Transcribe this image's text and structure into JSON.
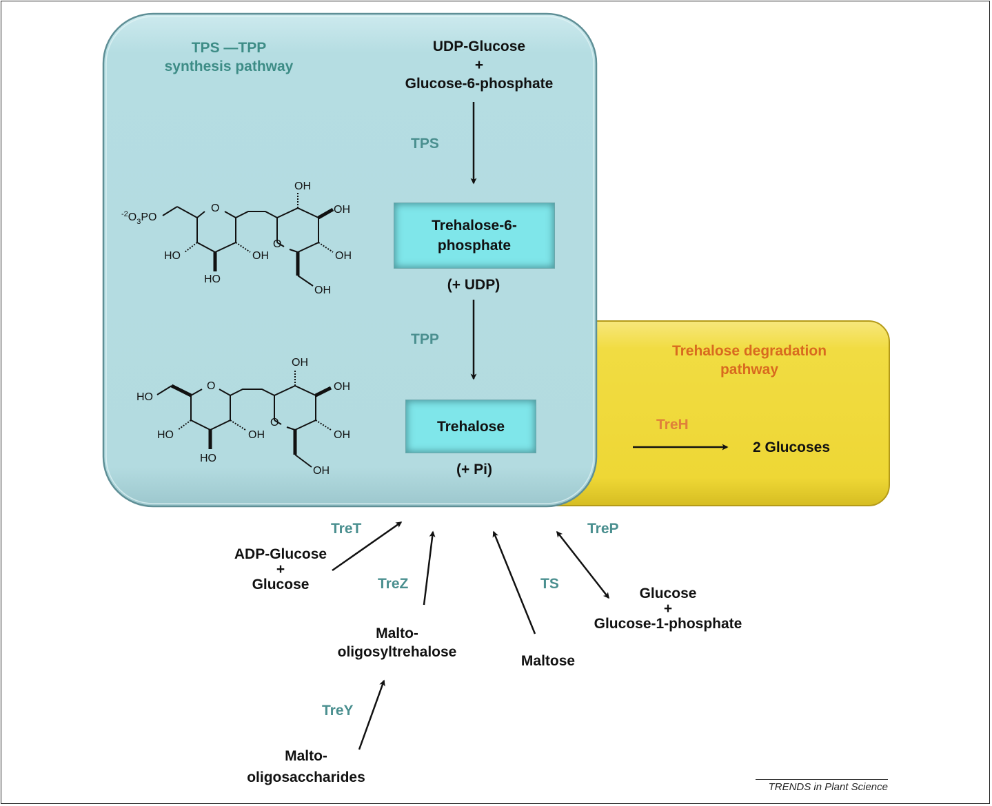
{
  "synthesis_panel": {
    "title_line1": "TPS —TPP",
    "title_line2": "synthesis pathway",
    "substrate_line1": "UDP-Glucose",
    "substrate_plus": "+",
    "substrate_line2": "Glucose-6-phosphate",
    "enzyme_tps": "TPS",
    "intermediate_line1": "Trehalose-6-",
    "intermediate_line2": "phosphate",
    "byproduct_udp": "(+ UDP)",
    "enzyme_tpp": "TPP",
    "product": "Trehalose",
    "byproduct_pi": "(+ Pi)"
  },
  "structures": {
    "t6p": {
      "phosphate": [
        "-2",
        "O",
        "3",
        "PO"
      ],
      "labels": [
        "OH",
        "OH",
        "HO",
        "OH",
        "OH",
        "HO",
        "OH",
        "O",
        "O"
      ]
    },
    "trehalose": {
      "labels": [
        "HO",
        "OH",
        "OH",
        "HO",
        "OH",
        "OH",
        "HO",
        "OH",
        "O",
        "O"
      ]
    }
  },
  "degradation_panel": {
    "title_line1": "Trehalose degradation",
    "title_line2": "pathway",
    "enzyme": "TreH",
    "product": "2 Glucoses"
  },
  "alternative_pathways": {
    "tret": {
      "enzyme": "TreT",
      "line1": "ADP-Glucose",
      "plus": "+",
      "line2": "Glucose"
    },
    "trez": {
      "enzyme": "TreZ",
      "line1": "Malto-",
      "line2": "oligosyltrehalose"
    },
    "trey": {
      "enzyme": "TreY",
      "line1": "Malto-",
      "line2": "oligosaccharides"
    },
    "ts": {
      "enzyme": "TS",
      "substrate": "Maltose"
    },
    "trep": {
      "enzyme": "TreP",
      "line1": "Glucose",
      "plus": "+",
      "line2": "Glucose-1-phosphate"
    }
  },
  "credit": {
    "journal": "TRENDS in Plant Science"
  },
  "colors": {
    "synthesis_fill": "#b5dde2",
    "degradation_fill": "#f3df4a",
    "box_fill": "#7fe6ea",
    "enzyme_text": "#4a8f8f",
    "degradation_text": "#d86a1f"
  }
}
